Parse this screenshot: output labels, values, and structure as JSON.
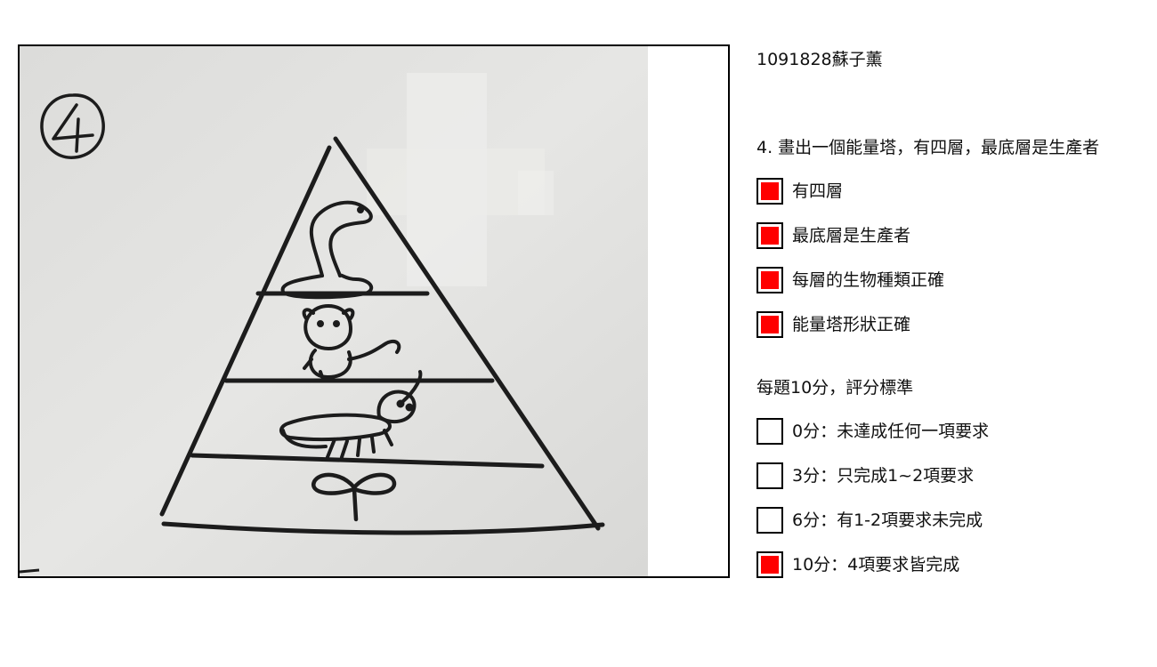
{
  "student_id": "1091828蘇子薰",
  "question": "4. 畫出一個能量塔，有四層，最底層是生產者",
  "criteria": [
    {
      "label": "有四層",
      "checked": true
    },
    {
      "label": "最底層是生產者",
      "checked": true
    },
    {
      "label": "每層的生物種類正確",
      "checked": true
    },
    {
      "label": "能量塔形狀正確",
      "checked": true
    }
  ],
  "scoring": {
    "title": "每題10分，評分標準",
    "levels": [
      {
        "label": "0分：未達成任何一項要求",
        "checked": false
      },
      {
        "label": "3分：只完成1~2項要求",
        "checked": false
      },
      {
        "label": "6分：有1-2項要求未完成",
        "checked": false
      },
      {
        "label": "10分：4項要求皆完成",
        "checked": true
      }
    ]
  },
  "drawing": {
    "icons": [
      "circled-number-4-icon",
      "snake-icon",
      "mouse-icon",
      "insect-icon",
      "sprout-icon"
    ]
  },
  "colors": {
    "check_fill": "#ff0000",
    "paper": "#e4e4e2",
    "ink": "#1c1c1c"
  }
}
